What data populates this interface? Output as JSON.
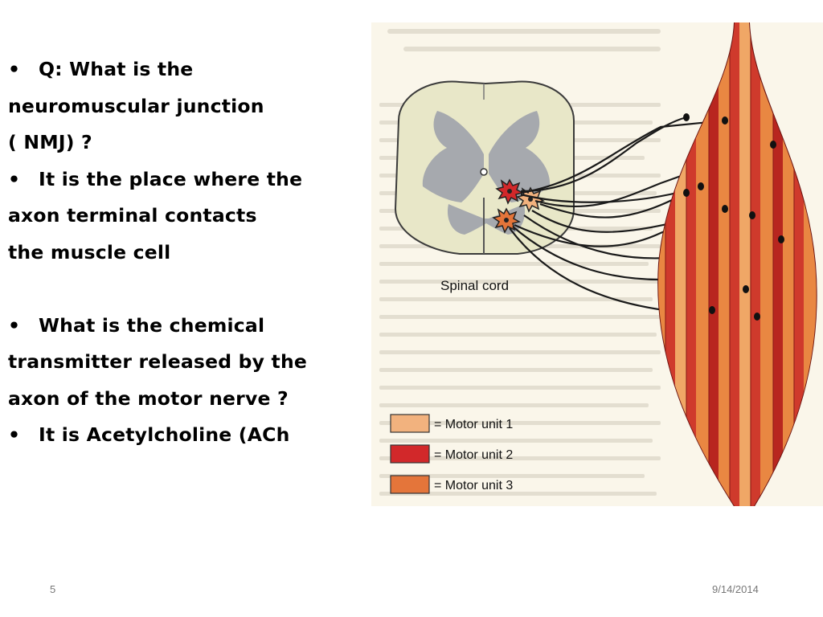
{
  "slide": {
    "number": "5",
    "date": "9/14/2014"
  },
  "bullets": {
    "q1": {
      "marker": "•",
      "lines": [
        "Q: What is the",
        "neuromuscular junction",
        "( NMJ) ?"
      ]
    },
    "a1": {
      "marker": "•",
      "lines": [
        "It is the place where the",
        "axon terminal contacts",
        "the muscle cell"
      ]
    },
    "q2": {
      "marker": "•",
      "lines": [
        "What is the chemical",
        "transmitter released by the",
        "axon of the motor nerve ?"
      ]
    },
    "a2": {
      "marker": "•",
      "lines": [
        "It is Acetylcholine (ACh"
      ]
    }
  },
  "figure": {
    "spinal_cord_label": "Spinal cord",
    "legend": [
      {
        "label": "= Motor unit 1",
        "color": "#f2b27e"
      },
      {
        "label": "= Motor unit 2",
        "color": "#d2282a"
      },
      {
        "label": "= Motor unit 3",
        "color": "#e4753a"
      }
    ],
    "colors": {
      "page_bg": "#faf6ea",
      "cord_fill": "#e8e7c8",
      "gray_matter": "#a6a9ae",
      "muscle_red": "#cf3a2c",
      "muscle_orange": "#e98742",
      "muscle_dark": "#8f1f1a"
    }
  }
}
